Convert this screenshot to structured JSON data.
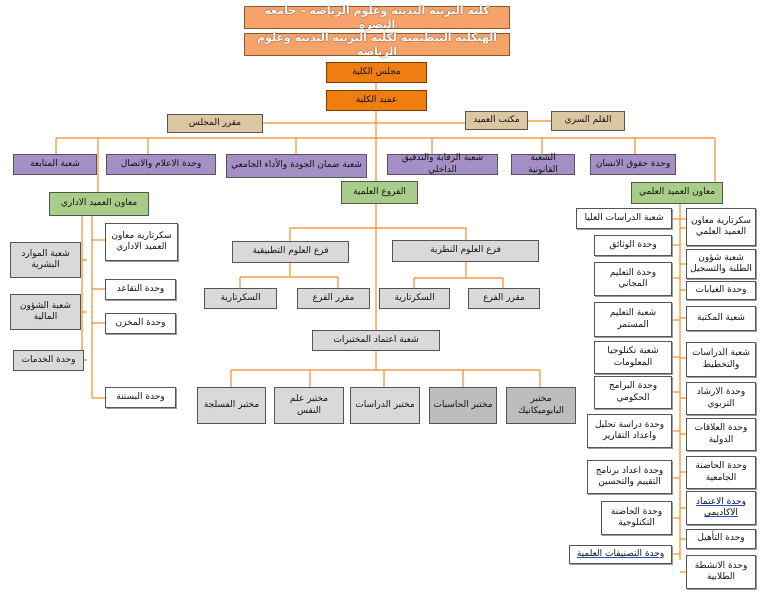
{
  "header": {
    "college_title": "كلية التربية البدنية وعلوم الرياضة – جامعة البصرة",
    "structure_title": "الهيكلية التنظيمية لكلية التربية البدنية وعلوم الرياضة"
  },
  "leadership": {
    "council": "مجلس الكلية",
    "dean": "عميد الكلية",
    "dean_office": "مكتب العميد",
    "council_rapporteur": "مقرر المجلس",
    "secret_registry": "القلم السري"
  },
  "dean_units": {
    "human_rights": "وحدة حقوق الانسان",
    "legal": "الشعبة القانونية",
    "internal_audit": "شعبة الرقابة والتدقيق الداخلي",
    "quality": "شعبة ضمان الجودة والأداء الجامعي",
    "media": "وحدة الاعلام والاتصال",
    "followup": "شعبة المتابعة"
  },
  "admin_branch": {
    "head": "معاون العميد الاداري",
    "secretary": "سكرتارية معاون العميد الاداري",
    "retirement": "وحدة التقاعد",
    "warehouse": "وحدة المخزن",
    "garden": "وحدة البستنة",
    "hr": "شعبة الموارد البشرية",
    "finance": "شعبة الشؤون المالية",
    "services": "وحدة الخدمات"
  },
  "scientific_branches": {
    "head": "الفروع العلمية",
    "applied": "فرع العلوم التطبيقية",
    "theoretical": "فرع العلوم النظرية",
    "applied_secretary": "السكرتارية",
    "applied_rapporteur": "مقرر الفرع",
    "theoretical_secretary": "السكرتارية",
    "theoretical_rapporteur": "مقرر الفرع",
    "accreditation": "شعبة اعتماد المختبرات",
    "labs": [
      "مختبر البايوميكانيك",
      "مختبر الحاسبات",
      "مختبر الدراسات",
      "مختبر علم النفس",
      "مختبر الفسلجة"
    ]
  },
  "sci_assistant": {
    "head": "معاون العميد العلمي",
    "left_column": [
      "شعبة الدراسات العليا",
      "وحدة الوثائق",
      "وحدة التعليم المجاني",
      "شعبة التعليم المستمر",
      "شعبة تكنلوجيا المعلومات",
      "وحدة البرامج الحكومي",
      "وحدة دراسة تحليل واعداد التقارير",
      "وحدة اعداد برنامج التقييم والتحسين",
      "وحدة الحاضنة التكنلوجية",
      "وحدة التصنيفات العلمية"
    ],
    "right_column": [
      "سكرتارية معاون العميد العلمي",
      "شعبة شؤون الطلبة والتسجيل",
      "وحدة الغيابات",
      "شعبة المكتبة",
      "شعبة الدراسات والتخطيط",
      "وحدة الارشاد التربوي",
      "وحدة العلاقات الدولية",
      "وحدة الحاضنة الجامعية",
      "وحدة الاعتماد الاكاديمي",
      "وحدة التأهيل",
      "وحدة الانشطة الطلابية"
    ]
  },
  "colors": {
    "connector": "#f28c28",
    "title_fill": "#f5a36b",
    "leadership_fill": "#f07d10",
    "office_fill": "#dcc7a3",
    "unit_fill": "#a58fc6",
    "assistant_fill": "#a8cd88",
    "section_fill": "#d9d9d9"
  }
}
